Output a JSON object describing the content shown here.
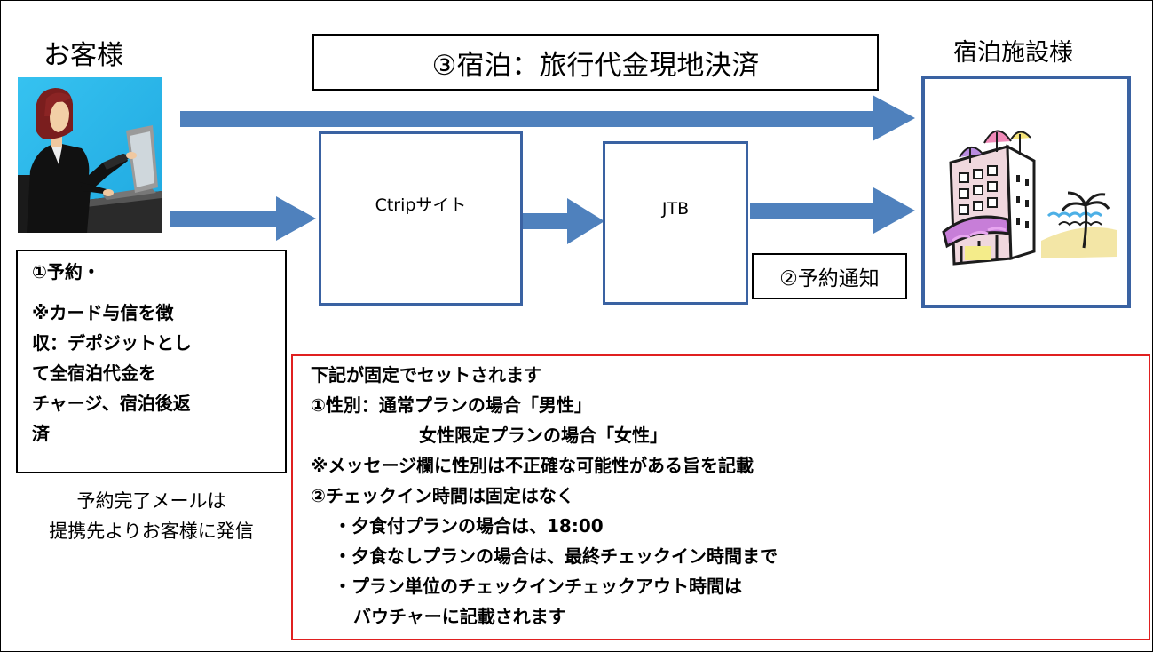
{
  "customer": {
    "label": "お客様"
  },
  "hotel": {
    "label": "宿泊施設様"
  },
  "payment_box": {
    "text": "③宿泊：旅行代金現地決済"
  },
  "ctrip": {
    "label": "Ctripサイト"
  },
  "jtb": {
    "label": "JTB"
  },
  "notify": {
    "label": "②予約通知"
  },
  "reservation": {
    "line1": "①予約・",
    "line2": "※カード与信を徴",
    "line3": "収：デポジットとし",
    "line4": "て全宿泊代金を",
    "line5": "チャージ、宿泊後返",
    "line6": "済"
  },
  "mail_note": {
    "line1": "予約完了メールは",
    "line2": "提携先よりお客様に発信"
  },
  "fixed": {
    "line1": "下記が固定でセットされます",
    "line2": "①性別：通常プランの場合「男性」",
    "line3": "女性限定プランの場合「女性」",
    "line4": "※メッセージ欄に性別は不正確な可能性がある旨を記載",
    "line5": "②チェックイン時間は固定はなく",
    "line6": "・夕食付プランの場合は、18:00",
    "line7": "・夕食なしプランの場合は、最終チェックイン時間まで",
    "line8": "・プラン単位のチェックインチェックアウト時間は",
    "line9": "バウチャーに記載されます"
  },
  "colors": {
    "arrow": "#4f81bd",
    "box_border": "#3a62a2",
    "red_border": "#e02020"
  },
  "icons": {
    "customer_image": "woman-at-laptop-icon",
    "hotel_image": "hotel-building-icon"
  }
}
